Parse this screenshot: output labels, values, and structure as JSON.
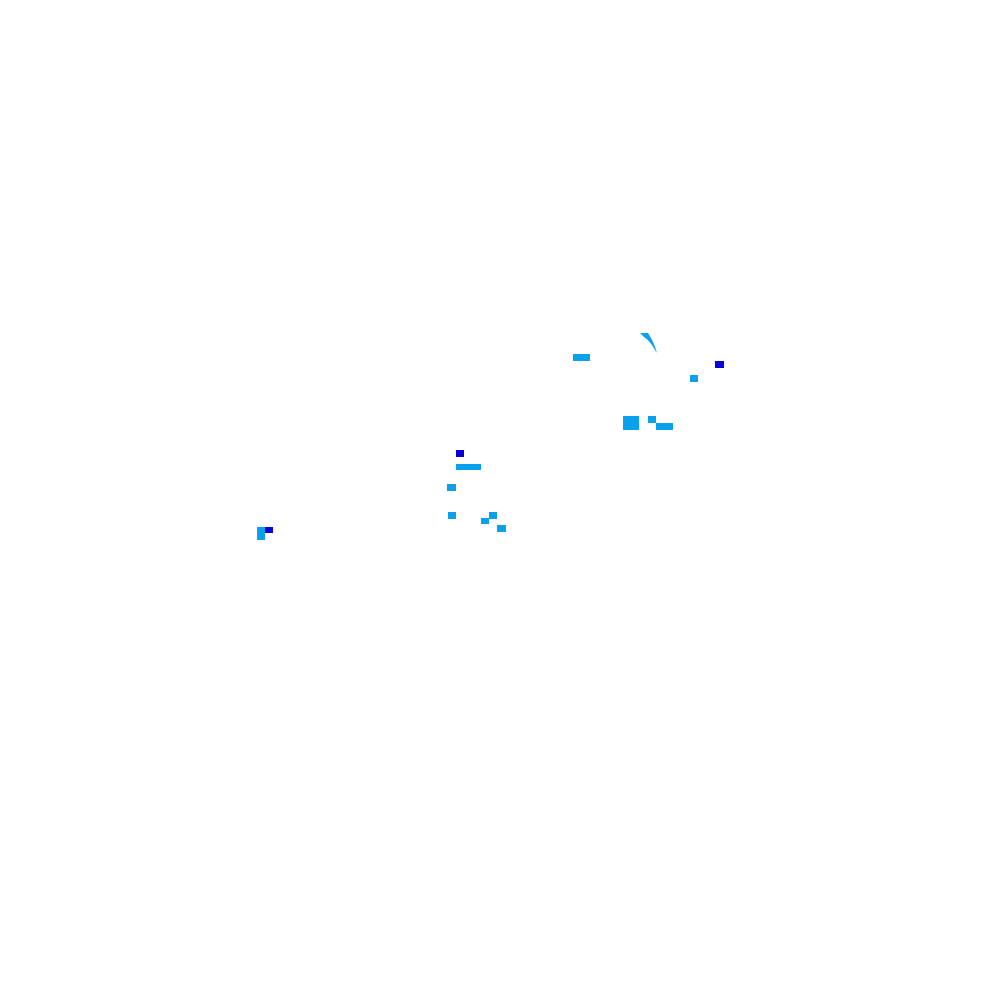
{
  "colors": {
    "background": "#ffffff",
    "light_blue": "#0aa0ec",
    "dark_blue": "#0a00d8"
  },
  "features": {
    "arc": {
      "kind": "arc-segment",
      "color": "light_blue"
    },
    "patches": [
      {
        "id": "patch-1",
        "color": "light_blue"
      },
      {
        "id": "patch-2",
        "color": "dark_blue"
      },
      {
        "id": "patch-3",
        "color": "light_blue"
      },
      {
        "id": "patch-4",
        "color": "light_blue"
      },
      {
        "id": "patch-5",
        "color": "light_blue"
      },
      {
        "id": "patch-6",
        "color": "light_blue"
      },
      {
        "id": "patch-7",
        "color": "dark_blue"
      },
      {
        "id": "patch-8",
        "color": "light_blue"
      },
      {
        "id": "patch-9",
        "color": "light_blue"
      },
      {
        "id": "patch-10",
        "color": "light_blue"
      },
      {
        "id": "patch-11",
        "color": "light_blue"
      },
      {
        "id": "patch-12",
        "color": "light_blue"
      },
      {
        "id": "patch-13",
        "color": "light_blue"
      },
      {
        "id": "patch-14",
        "color": "light_blue"
      },
      {
        "id": "patch-15",
        "color": "dark_blue"
      },
      {
        "id": "patch-16",
        "color": "light_blue"
      }
    ]
  }
}
